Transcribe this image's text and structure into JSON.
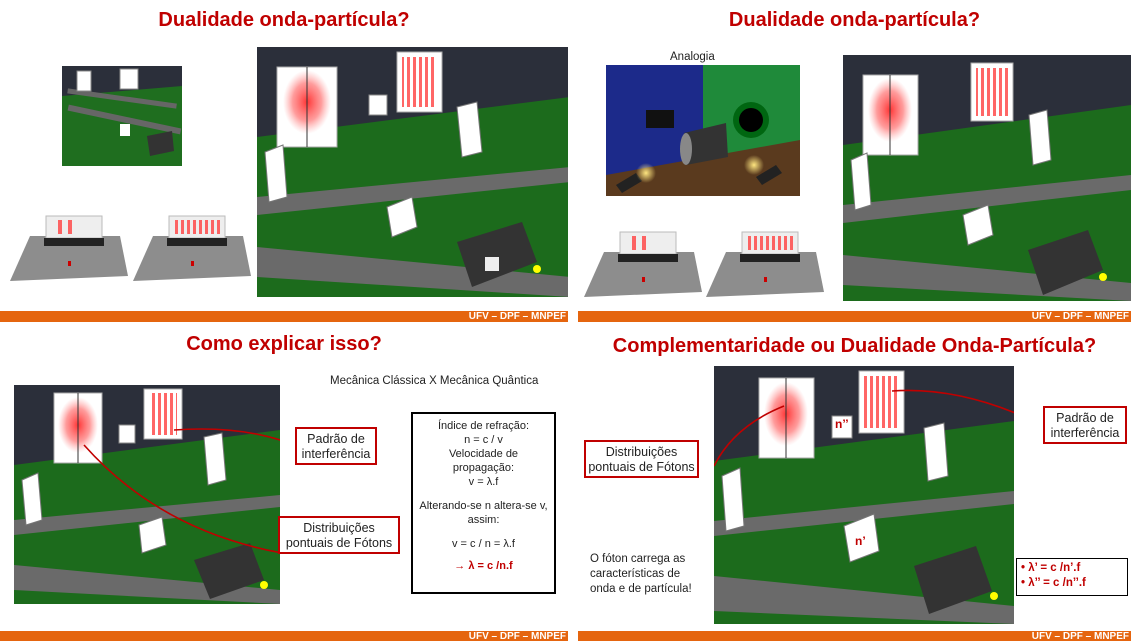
{
  "slides": [
    {
      "title": "Dualidade onda-partícula?",
      "footer": "UFV – DPF – MNPEF"
    },
    {
      "title": "Dualidade onda-partícula?",
      "caption": "Analogia",
      "footer": "UFV – DPF – MNPEF"
    },
    {
      "title": "Como explicar isso?",
      "subtitle": "Mecânica Clássica X Mecânica Quântica",
      "label_pattern": "Padrão de interferência",
      "label_distribution": "Distribuições pontuais de Fótons",
      "formulas": {
        "line1": "Índice de refração:",
        "line2": "n = c / v",
        "line3": "Velocidade de propagação:",
        "line4": "v = λ.f",
        "line5": "Alterando-se n altera-se v, assim:",
        "line6": "v = c / n = λ.f",
        "result": "→ λ = c /n.f"
      },
      "footer": "UFV – DPF – MNPEF"
    },
    {
      "title": "Complementaridade ou Dualidade Onda-Partícula?",
      "label_distribution": "Distribuições pontuais de Fótons",
      "label_pattern": "Padrão de interferência",
      "n_prime": "n’",
      "n_double_prime": "n’’",
      "note": "O fóton carrega as características de onda e de partícula!",
      "lambda1": "• λ’ = c /n’.f",
      "lambda2": "• λ’’ = c /n’’.f",
      "footer": "UFV – DPF – MNPEF"
    }
  ]
}
